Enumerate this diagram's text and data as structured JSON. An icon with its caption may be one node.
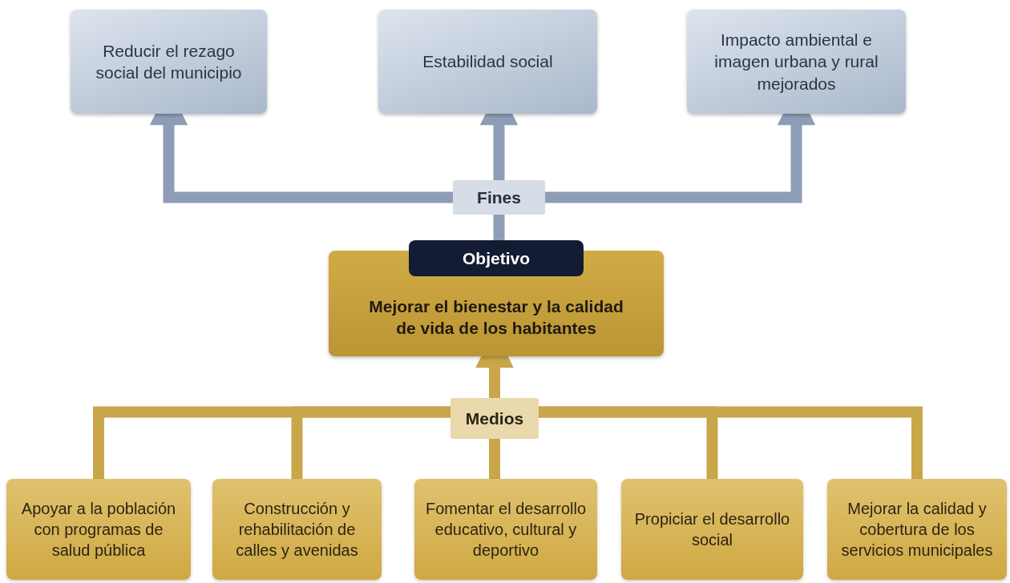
{
  "diagram": {
    "nodes": [
      {
        "text": [
          "Reducir el rezago social del municipio"
        ]
      },
      {
        "text": [
          "Estabilidad social"
        ]
      },
      {
        "text": [
          "Impacto ambiental e imagen urbana y rural mejorados"
        ]
      },
      {
        "text": [
          "Fines"
        ]
      },
      {
        "text": [
          "Objetivo",
          "Mejorar el bienestar y la calidad de vida de los habitantes"
        ]
      },
      {
        "text": [
          "Medios"
        ]
      },
      {
        "text": [
          "Apoyar a la población con programas de salud pública"
        ]
      },
      {
        "text": [
          "Construcción y rehabilitación de calles y avenidas"
        ]
      },
      {
        "text": [
          "Fomentar el desarrollo educativo, cultural y deportivo"
        ]
      },
      {
        "text": [
          "Propiciar el desarrollo social"
        ]
      },
      {
        "text": [
          "Mejorar la calidad y cobertura de los servicios municipales"
        ]
      }
    ],
    "edges": [
      {
        "from": 3,
        "to": 0,
        "arrow": "to",
        "color": "#8d9db5"
      },
      {
        "from": 3,
        "to": 1,
        "arrow": "to",
        "color": "#8d9db5"
      },
      {
        "from": 3,
        "to": 2,
        "arrow": "to",
        "color": "#8d9db5"
      },
      {
        "from": 4,
        "to": 3,
        "arrow": "none",
        "color": "#8d9db5"
      },
      {
        "from": 5,
        "to": 4,
        "arrow": "to",
        "color": "#c9a64a"
      },
      {
        "from": 6,
        "to": 5,
        "arrow": "none",
        "color": "#c9a64a"
      },
      {
        "from": 7,
        "to": 5,
        "arrow": "none",
        "color": "#c9a64a"
      },
      {
        "from": 8,
        "to": 5,
        "arrow": "none",
        "color": "#c9a64a"
      },
      {
        "from": 9,
        "to": 5,
        "arrow": "none",
        "color": "#c9a64a"
      },
      {
        "from": 10,
        "to": 5,
        "arrow": "none",
        "color": "#c9a64a"
      }
    ]
  }
}
